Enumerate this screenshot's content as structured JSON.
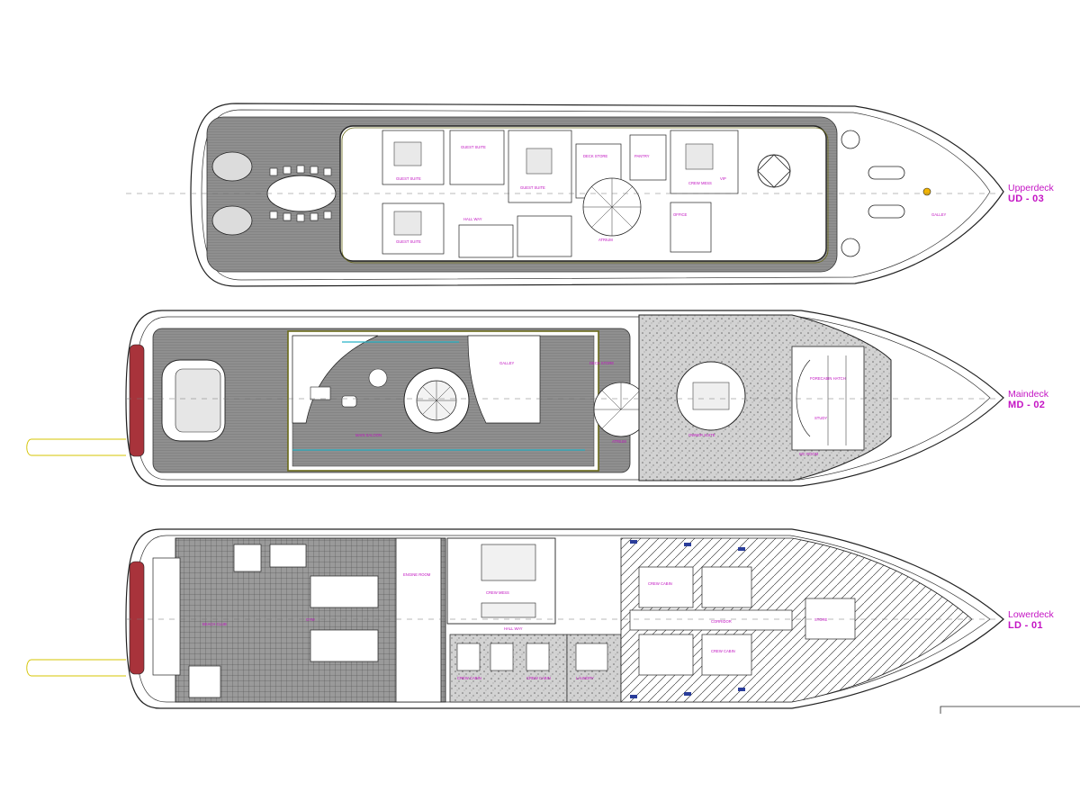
{
  "colors": {
    "label": "#c414c4",
    "outline": "#222222",
    "deck_fill": "#8a8a8a",
    "terrazzo": "#bdbdbd",
    "accent_wall": "#6a6a1a",
    "glass": "#28b5c8",
    "red_mat": "#a8333b",
    "yellow_lines": "#d4c400"
  },
  "decks": [
    {
      "id": "upper",
      "name": "Upperdeck",
      "code": "UD - 03",
      "rooms": [
        "GUEST SUITE",
        "GUEST SUITE",
        "GUEST SUITE",
        "GUEST SUITE",
        "HALL WAY",
        "DECK STORE",
        "ATRIUM",
        "PANTRY",
        "OFFICE",
        "CREW MESS",
        "VIP",
        "GALLEY"
      ]
    },
    {
      "id": "main",
      "name": "Maindeck",
      "code": "MD - 02",
      "rooms": [
        "MAIN SALOON",
        "GALLEY",
        "DECK STORE",
        "ATRIUM",
        "OWNER SUITE",
        "STUDY",
        "FORECABIN HATCH",
        "WC ROOM"
      ]
    },
    {
      "id": "lower",
      "name": "Lowerdeck",
      "code": "LD - 01",
      "rooms": [
        "BEACH CLUB",
        "GYM",
        "ENGINE ROOM",
        "CREW MESS",
        "CREW CABIN",
        "CREW CABIN",
        "CREW CABIN",
        "CREW CABIN",
        "LAUNDRY",
        "STORE",
        "HALL WAY",
        "CORRIDOR"
      ]
    }
  ]
}
